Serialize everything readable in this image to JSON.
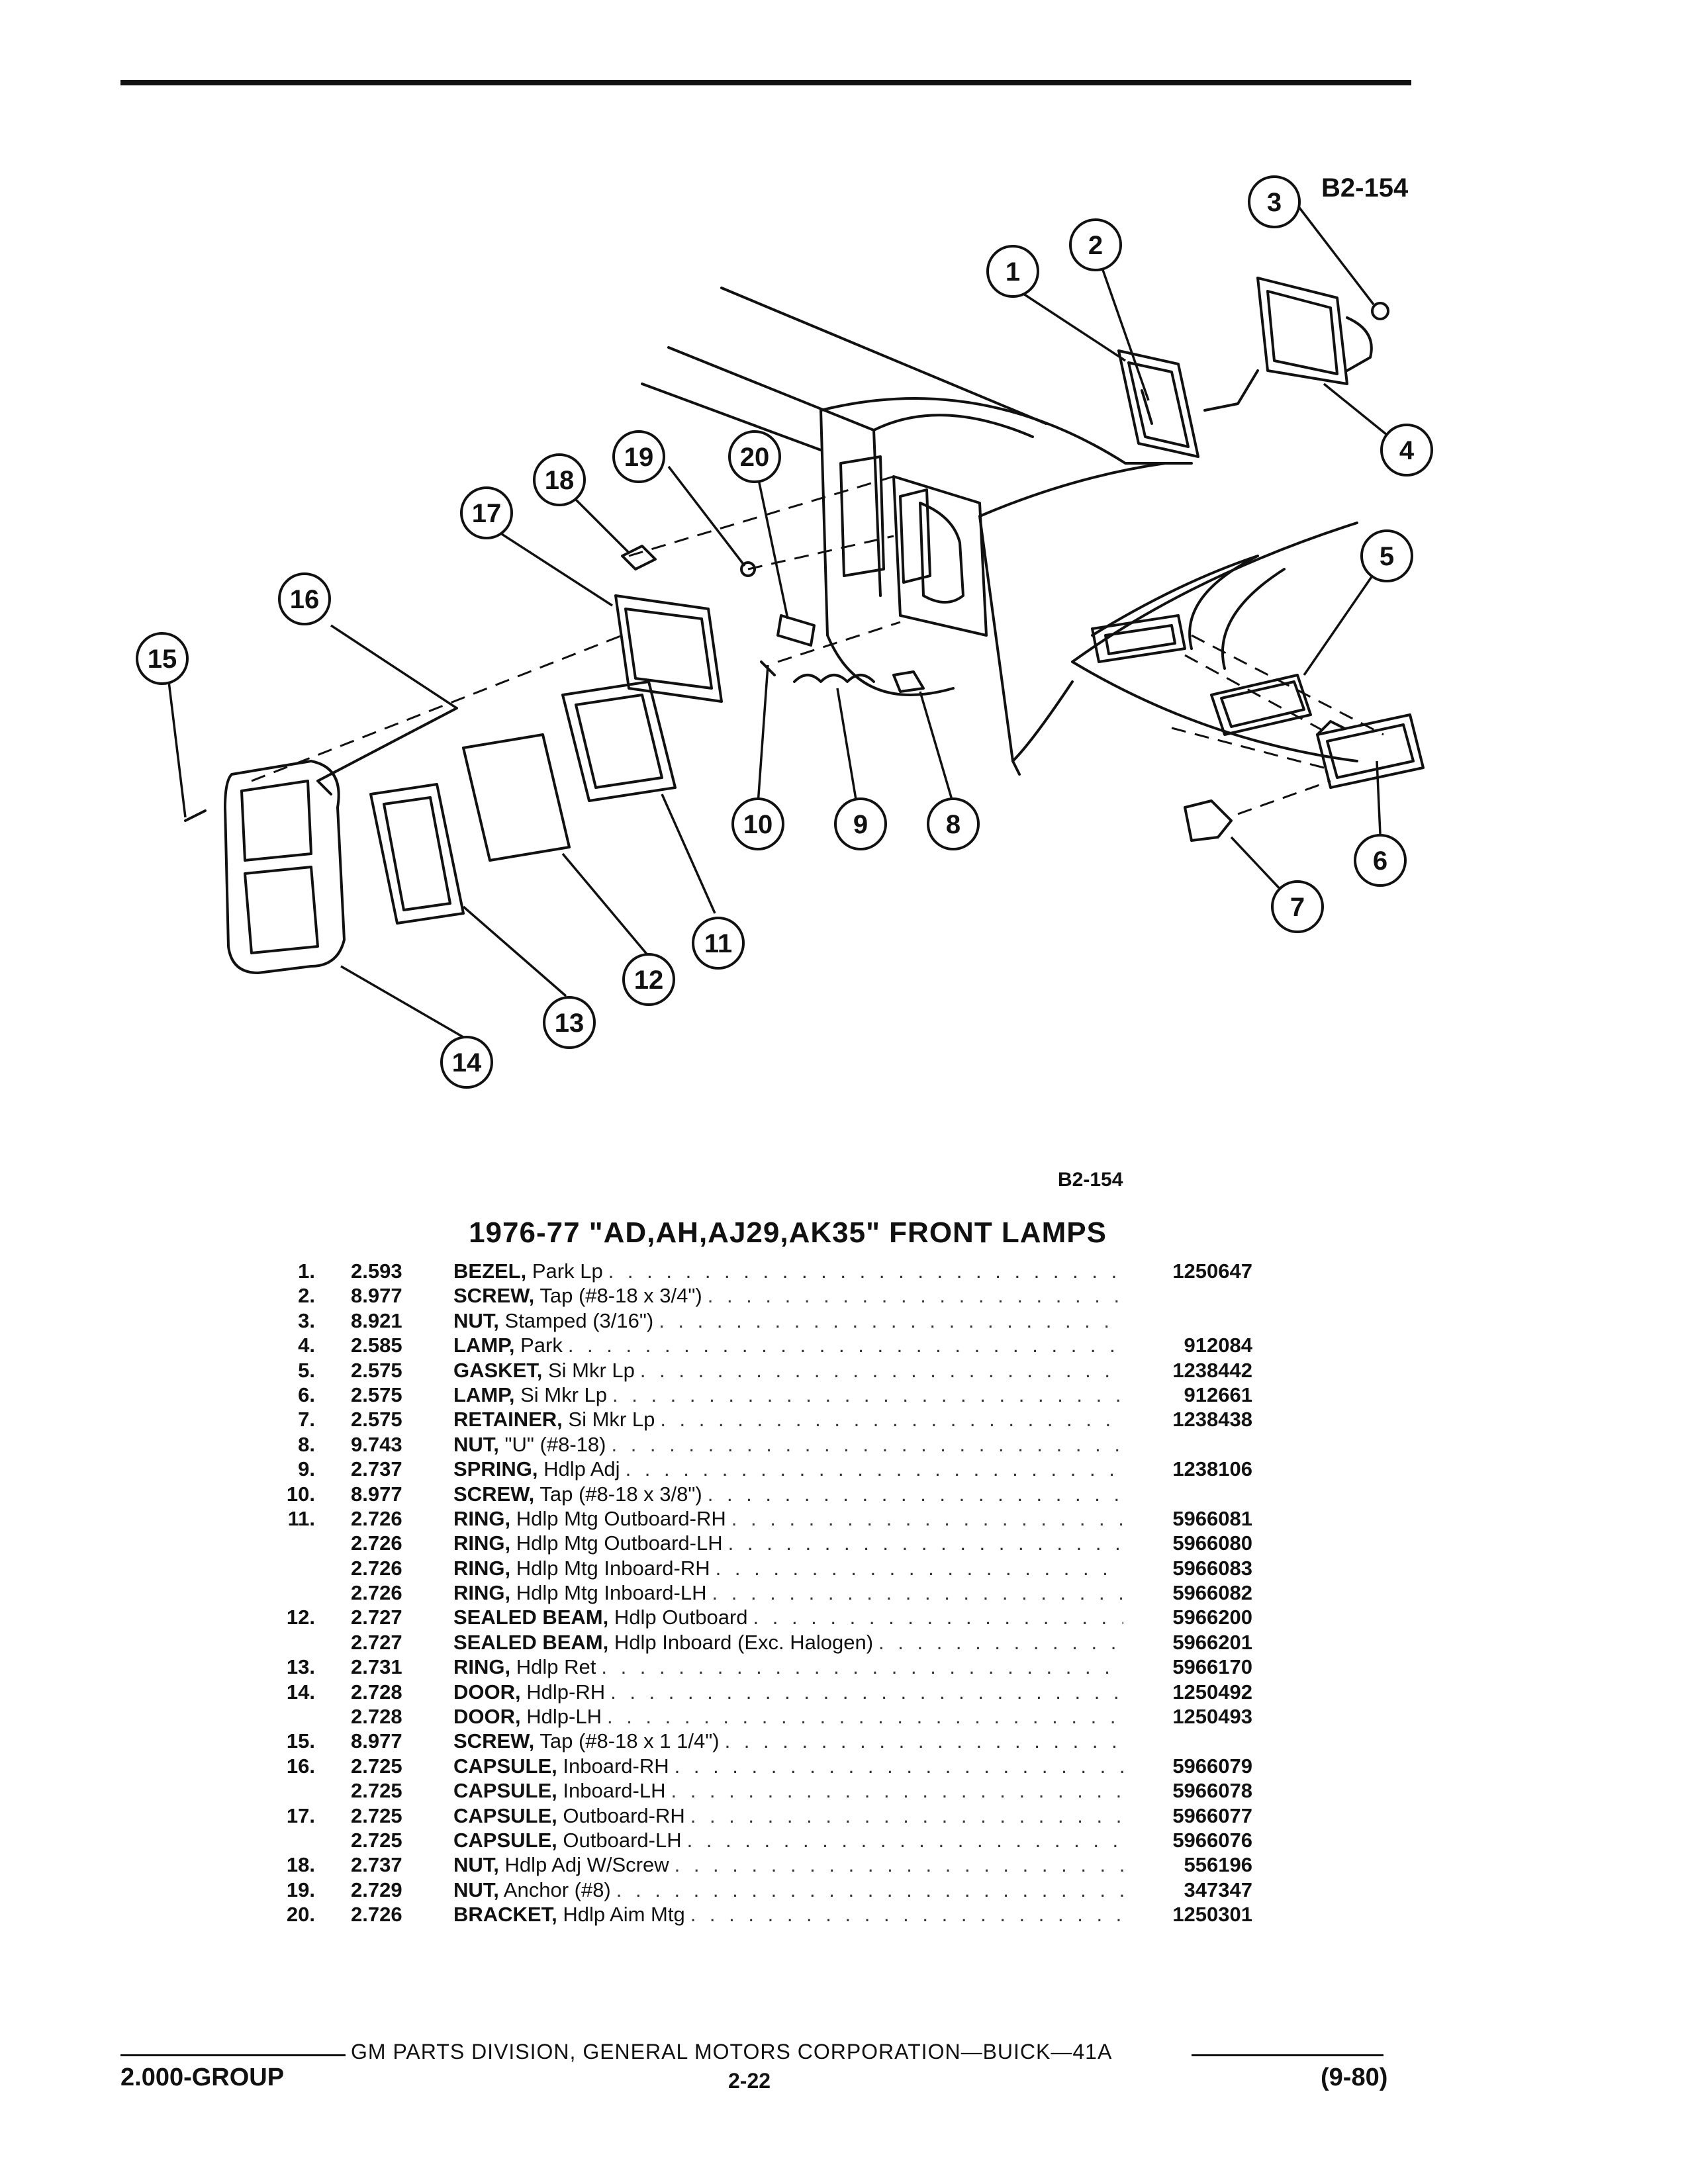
{
  "figure": {
    "code_top": "B2-154",
    "code_bottom": "B2-154",
    "callouts": [
      "1",
      "2",
      "3",
      "4",
      "5",
      "6",
      "7",
      "8",
      "9",
      "10",
      "11",
      "12",
      "13",
      "14",
      "15",
      "16",
      "17",
      "18",
      "19",
      "20"
    ]
  },
  "catalog": {
    "title": "1976-77 \"AD,AH,AJ29,AK35\" FRONT LAMPS",
    "rows": [
      {
        "num": "1.",
        "code": "2.593",
        "name": "BEZEL,",
        "desc": "Park Lp",
        "part": "1250647"
      },
      {
        "num": "2.",
        "code": "8.977",
        "name": "SCREW,",
        "desc": "Tap (#8-18 x 3/4\")",
        "part": ""
      },
      {
        "num": "3.",
        "code": "8.921",
        "name": "NUT,",
        "desc": "Stamped (3/16\")",
        "part": ""
      },
      {
        "num": "4.",
        "code": "2.585",
        "name": "LAMP,",
        "desc": "Park",
        "part": "912084"
      },
      {
        "num": "5.",
        "code": "2.575",
        "name": "GASKET,",
        "desc": "Si Mkr Lp",
        "part": "1238442"
      },
      {
        "num": "6.",
        "code": "2.575",
        "name": "LAMP,",
        "desc": "Si Mkr Lp",
        "part": "912661"
      },
      {
        "num": "7.",
        "code": "2.575",
        "name": "RETAINER,",
        "desc": "Si Mkr Lp",
        "part": "1238438"
      },
      {
        "num": "8.",
        "code": "9.743",
        "name": "NUT,",
        "desc": "\"U\" (#8-18)",
        "part": ""
      },
      {
        "num": "9.",
        "code": "2.737",
        "name": "SPRING,",
        "desc": "Hdlp Adj",
        "part": "1238106"
      },
      {
        "num": "10.",
        "code": "8.977",
        "name": "SCREW,",
        "desc": "Tap (#8-18 x 3/8\")",
        "part": ""
      },
      {
        "num": "11.",
        "code": "2.726",
        "name": "RING,",
        "desc": "Hdlp Mtg Outboard-RH",
        "part": "5966081"
      },
      {
        "num": "",
        "code": "2.726",
        "name": "RING,",
        "desc": "Hdlp Mtg Outboard-LH",
        "part": "5966080"
      },
      {
        "num": "",
        "code": "2.726",
        "name": "RING,",
        "desc": "Hdlp Mtg Inboard-RH",
        "part": "5966083"
      },
      {
        "num": "",
        "code": "2.726",
        "name": "RING,",
        "desc": "Hdlp Mtg Inboard-LH",
        "part": "5966082"
      },
      {
        "num": "12.",
        "code": "2.727",
        "name": "SEALED BEAM,",
        "desc": "Hdlp Outboard",
        "part": "5966200"
      },
      {
        "num": "",
        "code": "2.727",
        "name": "SEALED BEAM,",
        "desc": "Hdlp Inboard (Exc. Halogen)",
        "part": "5966201"
      },
      {
        "num": "13.",
        "code": "2.731",
        "name": "RING,",
        "desc": "Hdlp Ret",
        "part": "5966170"
      },
      {
        "num": "14.",
        "code": "2.728",
        "name": "DOOR,",
        "desc": "Hdlp-RH",
        "part": "1250492"
      },
      {
        "num": "",
        "code": "2.728",
        "name": "DOOR,",
        "desc": "Hdlp-LH",
        "part": "1250493"
      },
      {
        "num": "15.",
        "code": "8.977",
        "name": "SCREW,",
        "desc": "Tap (#8-18 x 1 1/4\")",
        "part": ""
      },
      {
        "num": "16.",
        "code": "2.725",
        "name": "CAPSULE,",
        "desc": "Inboard-RH",
        "part": "5966079"
      },
      {
        "num": "",
        "code": "2.725",
        "name": "CAPSULE,",
        "desc": "Inboard-LH",
        "part": "5966078"
      },
      {
        "num": "17.",
        "code": "2.725",
        "name": "CAPSULE,",
        "desc": "Outboard-RH",
        "part": "5966077"
      },
      {
        "num": "",
        "code": "2.725",
        "name": "CAPSULE,",
        "desc": "Outboard-LH",
        "part": "5966076"
      },
      {
        "num": "18.",
        "code": "2.737",
        "name": "NUT,",
        "desc": "Hdlp Adj W/Screw",
        "part": "556196"
      },
      {
        "num": "19.",
        "code": "2.729",
        "name": "NUT,",
        "desc": "Anchor (#8)",
        "part": "347347"
      },
      {
        "num": "20.",
        "code": "2.726",
        "name": "BRACKET,",
        "desc": "Hdlp Aim Mtg",
        "part": "1250301"
      }
    ]
  },
  "footer": {
    "center": "GM PARTS DIVISION, GENERAL MOTORS CORPORATION—BUICK—41A",
    "group": "2.000-GROUP",
    "page": "2-22",
    "date": "(9-80)"
  }
}
